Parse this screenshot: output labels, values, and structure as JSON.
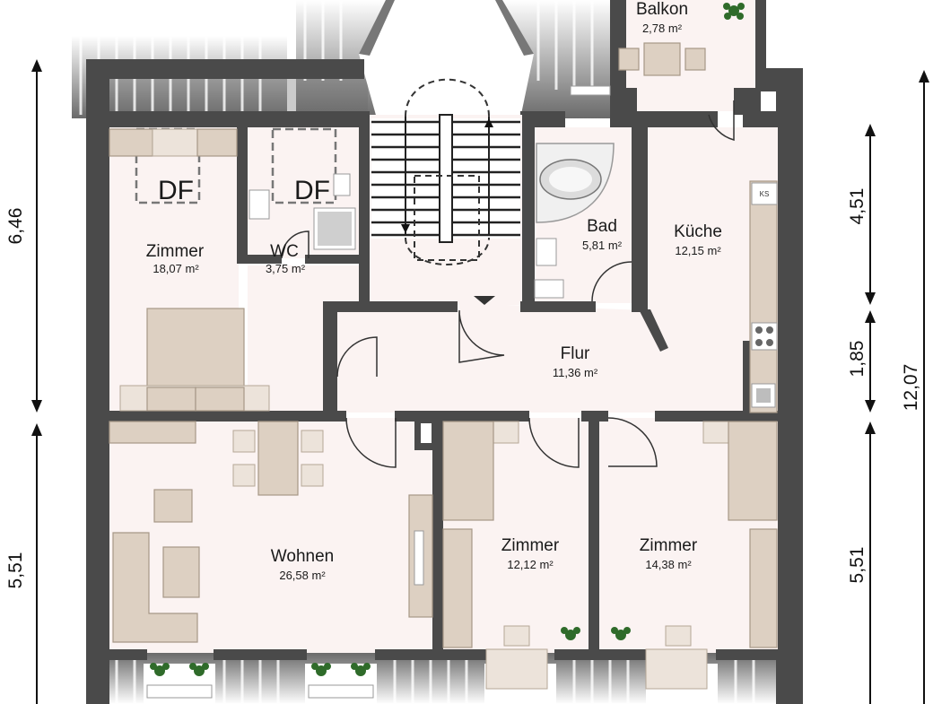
{
  "rooms": {
    "balkon": {
      "name": "Balkon",
      "area": "2,78 m²"
    },
    "zimmer_nw": {
      "name": "Zimmer",
      "area": "18,07 m²",
      "df": "DF"
    },
    "wc": {
      "name": "WC",
      "area": "3,75 m²",
      "df": "DF"
    },
    "bad": {
      "name": "Bad",
      "area": "5,81 m²"
    },
    "kueche": {
      "name": "Küche",
      "area": "12,15 m²",
      "appliance": "KS"
    },
    "flur": {
      "name": "Flur",
      "area": "11,36 m²"
    },
    "wohnen": {
      "name": "Wohnen",
      "area": "26,58 m²"
    },
    "zimmer_mid": {
      "name": "Zimmer",
      "area": "12,12 m²"
    },
    "zimmer_se": {
      "name": "Zimmer",
      "area": "14,38 m²"
    }
  },
  "dimensions": {
    "left_top": "6,46",
    "left_bottom": "5,51",
    "right_top": "4,51",
    "right_mid": "1,85",
    "right_bottom": "5,51",
    "right_total": "12,07"
  }
}
